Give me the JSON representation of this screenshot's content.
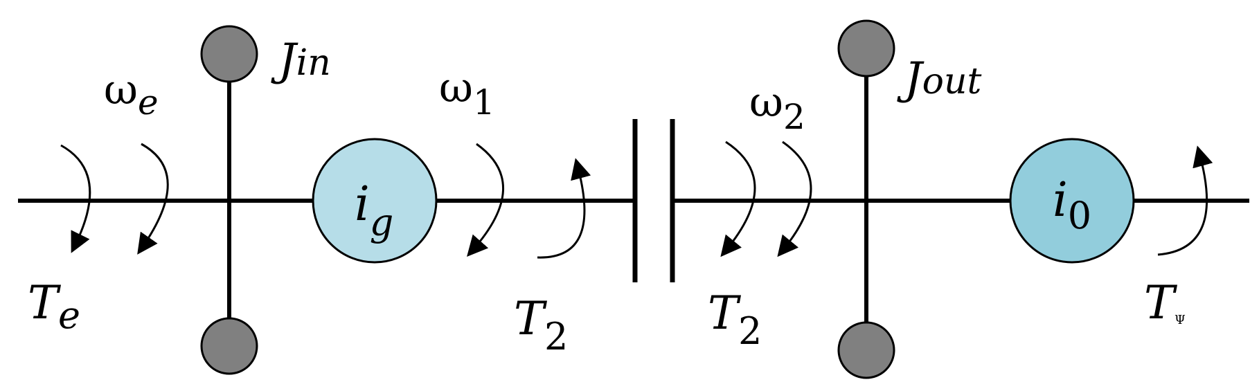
{
  "colors": {
    "line": "#000000",
    "inertia_disk": "#808080",
    "gear_in": "#b6dde8",
    "gear_out": "#92cddc"
  },
  "labels": {
    "j_in": {
      "main": "J",
      "sub": "in"
    },
    "j_out": {
      "main": "J",
      "sub": "out"
    },
    "omega_e": {
      "main": "ω",
      "sub": "e"
    },
    "omega_1": {
      "main": "ω",
      "sub": "1"
    },
    "omega_2": {
      "main": "ω",
      "sub": "2"
    },
    "gear_ig": {
      "main": "i",
      "sub": "g"
    },
    "gear_i0": {
      "main": "i",
      "sub": "0"
    },
    "torque_e": {
      "main": "T",
      "sub": "e"
    },
    "torque_2_left": {
      "main": "T",
      "sub": "2"
    },
    "torque_2_right": {
      "main": "T",
      "sub": "2"
    },
    "torque_psi": {
      "main": "T",
      "sub": "Ψ"
    }
  }
}
